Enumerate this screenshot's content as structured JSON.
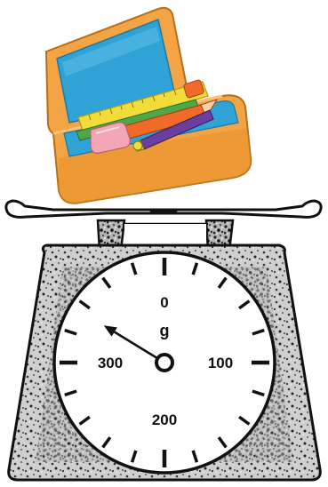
{
  "scale": {
    "unit_label": "g",
    "dial_labels": [
      "0",
      "100",
      "200",
      "300"
    ],
    "label_values": [
      0,
      100,
      200,
      300
    ],
    "max_value": 400,
    "minor_divisions": 20,
    "pointer_reading_g": 335
  },
  "colors": {
    "case_orange": "#f3a545",
    "case_inner_blue": "#2fa3d6",
    "ruler_yellow": "#f2dc3a",
    "pencil_orange": "#f06a2a",
    "pen_purple": "#6b3fa0",
    "eraser_pink": "#f3a7b6",
    "scale_metal": "#9a9a9a",
    "dial_face": "#ffffff",
    "ink": "#111111"
  }
}
